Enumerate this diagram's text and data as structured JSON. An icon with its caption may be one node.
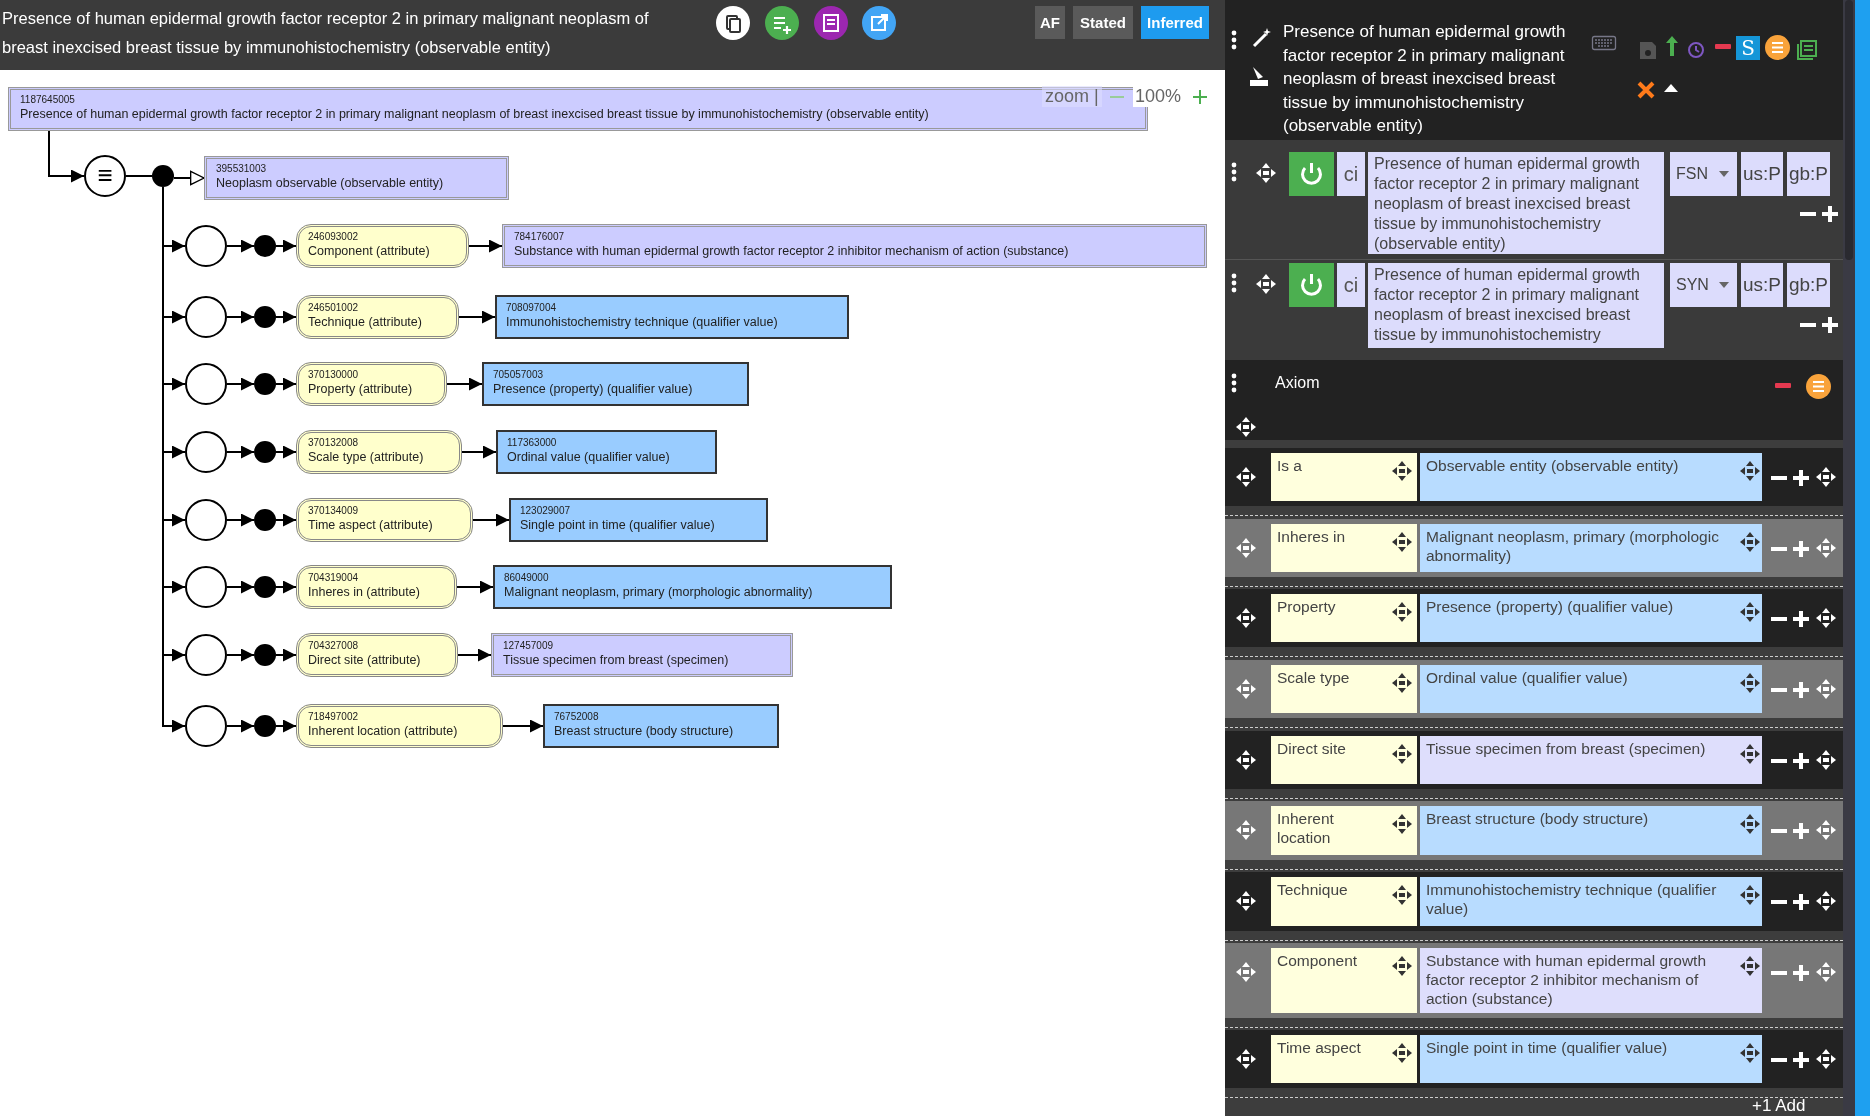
{
  "diagram": {
    "title": "Presence of human epidermal growth factor receptor 2 in primary malignant neoplasm of breast inexcised breast tissue by immunohistochemistry (observable entity)",
    "nodes": [
      {
        "text": [
          "1187645005",
          "Presence of human epidermal growth factor receptor 2 in primary malignant neoplasm of breast inexcised breast tissue by immunohistochemistry (observable entity)"
        ]
      },
      {
        "text": [
          "≡"
        ]
      },
      {
        "text": [],
        "shape": "dot"
      },
      {
        "text": [
          "395531003",
          "Neoplasm observable (observable entity)"
        ]
      },
      {
        "text": [],
        "shape": "circle"
      },
      {
        "text": [],
        "shape": "dot"
      },
      {
        "text": [
          "246093002",
          "Component (attribute)"
        ]
      },
      {
        "text": [
          "784176007",
          "Substance with human epidermal growth factor receptor 2 inhibitor mechanism of action (substance)"
        ]
      },
      {
        "text": [],
        "shape": "circle"
      },
      {
        "text": [],
        "shape": "dot"
      },
      {
        "text": [
          "246501002",
          "Technique (attribute)"
        ]
      },
      {
        "text": [
          "708097004",
          "Immunohistochemistry technique (qualifier value)"
        ]
      },
      {
        "text": [],
        "shape": "circle"
      },
      {
        "text": [],
        "shape": "dot"
      },
      {
        "text": [
          "370130000",
          "Property (attribute)"
        ]
      },
      {
        "text": [
          "705057003",
          "Presence (property) (qualifier value)"
        ]
      },
      {
        "text": [],
        "shape": "circle"
      },
      {
        "text": [],
        "shape": "dot"
      },
      {
        "text": [
          "370132008",
          "Scale type (attribute)"
        ]
      },
      {
        "text": [
          "117363000",
          "Ordinal value (qualifier value)"
        ]
      },
      {
        "text": [],
        "shape": "circle"
      },
      {
        "text": [],
        "shape": "dot"
      },
      {
        "text": [
          "370134009",
          "Time aspect (attribute)"
        ]
      },
      {
        "text": [
          "123029007",
          "Single point in time (qualifier value)"
        ]
      },
      {
        "text": [],
        "shape": "circle"
      },
      {
        "text": [],
        "shape": "dot"
      },
      {
        "text": [
          "704319004",
          "Inheres in (attribute)"
        ]
      },
      {
        "text": [
          "86049000",
          "Malignant neoplasm, primary (morphologic abnormality)"
        ]
      },
      {
        "text": [],
        "shape": "circle"
      },
      {
        "text": [],
        "shape": "dot"
      },
      {
        "text": [
          "704327008",
          "Direct site (attribute)"
        ]
      },
      {
        "text": [
          "127457009",
          "Tissue specimen from breast (specimen)"
        ]
      },
      {
        "text": [],
        "shape": "circle"
      },
      {
        "text": [],
        "shape": "dot"
      },
      {
        "text": [
          "718497002",
          "Inherent location (attribute)"
        ]
      },
      {
        "text": [
          "76752008",
          "Breast structure (body structure)"
        ]
      },
      {
        "text": [
          "AF"
        ]
      },
      {
        "text": [
          "Stated"
        ]
      },
      {
        "text": [
          "Inferred"
        ]
      },
      {
        "text": [
          "S"
        ]
      },
      {
        "text": [
          "ci"
        ]
      },
      {
        "text": [
          "Presence of human epidermal growth factor receptor 2 in primary malignant neoplasm of breast inexcised breast tissue by immunohistochemistry (observable entity)"
        ]
      },
      {
        "text": [
          "FSN"
        ]
      },
      {
        "text": [
          "us:P"
        ]
      },
      {
        "text": [
          "gb:P"
        ]
      },
      {
        "text": [
          "ci"
        ]
      },
      {
        "text": [
          "Presence of human epidermal growth factor receptor 2 in primary malignant neoplasm of breast inexcised breast tissue by immunohistochemistry"
        ]
      },
      {
        "text": [
          "SYN"
        ]
      },
      {
        "text": [
          "us:P"
        ]
      },
      {
        "text": [
          "gb:P"
        ]
      },
      {
        "text": [
          "Is a"
        ]
      },
      {
        "text": [
          "Observable entity (observable entity)"
        ]
      },
      {
        "text": [
          "Inheres in"
        ]
      },
      {
        "text": [
          "Malignant neoplasm, primary (morphologic abnormality)"
        ]
      },
      {
        "text": [
          "Property"
        ]
      },
      {
        "text": [
          "Presence (property) (qualifier value)"
        ]
      },
      {
        "text": [
          "Scale type"
        ]
      },
      {
        "text": [
          "Ordinal value (qualifier value)"
        ]
      },
      {
        "text": [
          "Direct site"
        ]
      },
      {
        "text": [
          "Tissue specimen from breast (specimen)"
        ]
      },
      {
        "text": [
          "Inherent location"
        ]
      },
      {
        "text": [
          "Breast structure (body structure)"
        ]
      },
      {
        "text": [
          "Technique"
        ]
      },
      {
        "text": [
          "Immunohistochemistry technique (qualifier value)"
        ]
      },
      {
        "text": [
          "Component"
        ]
      },
      {
        "text": [
          "Substance with human epidermal growth factor receptor 2 inhibitor mechanism of action (substance)"
        ]
      },
      {
        "text": [
          "Time aspect"
        ]
      },
      {
        "text": [
          "Single point in time (qualifier value)"
        ]
      }
    ],
    "edges": [
      {
        "from": 0,
        "to": 1,
        "arrow": "to"
      },
      {
        "from": 1,
        "to": 2,
        "arrow": "none"
      },
      {
        "from": 2,
        "to": 3,
        "arrow": "to"
      },
      {
        "from": 2,
        "to": 4,
        "arrow": "to"
      },
      {
        "from": 4,
        "to": 5,
        "arrow": "to"
      },
      {
        "from": 5,
        "to": 6,
        "arrow": "to"
      },
      {
        "from": 6,
        "to": 7,
        "arrow": "to"
      },
      {
        "from": 2,
        "to": 8,
        "arrow": "to"
      },
      {
        "from": 8,
        "to": 9,
        "arrow": "to"
      },
      {
        "from": 9,
        "to": 10,
        "arrow": "to"
      },
      {
        "from": 10,
        "to": 11,
        "arrow": "to"
      },
      {
        "from": 2,
        "to": 12,
        "arrow": "to"
      },
      {
        "from": 12,
        "to": 13,
        "arrow": "to"
      },
      {
        "from": 13,
        "to": 14,
        "arrow": "to"
      },
      {
        "from": 14,
        "to": 15,
        "arrow": "to"
      },
      {
        "from": 2,
        "to": 16,
        "arrow": "to"
      },
      {
        "from": 16,
        "to": 17,
        "arrow": "to"
      },
      {
        "from": 17,
        "to": 18,
        "arrow": "to"
      },
      {
        "from": 18,
        "to": 19,
        "arrow": "to"
      },
      {
        "from": 2,
        "to": 20,
        "arrow": "to"
      },
      {
        "from": 20,
        "to": 21,
        "arrow": "to"
      },
      {
        "from": 21,
        "to": 22,
        "arrow": "to"
      },
      {
        "from": 22,
        "to": 23,
        "arrow": "to"
      },
      {
        "from": 2,
        "to": 24,
        "arrow": "to"
      },
      {
        "from": 24,
        "to": 25,
        "arrow": "to"
      },
      {
        "from": 25,
        "to": 26,
        "arrow": "to"
      },
      {
        "from": 26,
        "to": 27,
        "arrow": "to"
      },
      {
        "from": 2,
        "to": 28,
        "arrow": "to"
      },
      {
        "from": 28,
        "to": 29,
        "arrow": "to"
      },
      {
        "from": 29,
        "to": 30,
        "arrow": "to"
      },
      {
        "from": 30,
        "to": 31,
        "arrow": "to"
      },
      {
        "from": 2,
        "to": 32,
        "arrow": "to"
      },
      {
        "from": 32,
        "to": 33,
        "arrow": "to"
      },
      {
        "from": 33,
        "to": 34,
        "arrow": "to"
      },
      {
        "from": 34,
        "to": 35,
        "arrow": "to"
      }
    ],
    "labels": [
      "zoom |",
      "100%",
      "Presence of human epidermal growth factor receptor 2 in primary malignant neoplasm of breast inexcised breast tissue by immunohistochemistry (observable entity)",
      "Axiom",
      "+1 Add"
    ]
  }
}
